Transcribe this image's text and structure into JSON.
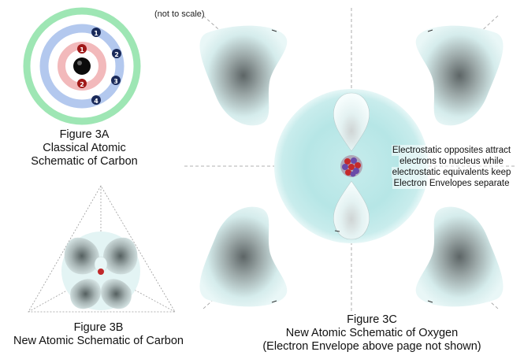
{
  "scale_note": "(not to scale)",
  "figure_3a": {
    "title": "Figure 3A",
    "line1": "Classical Atomic",
    "line2": "Schematic of Carbon",
    "labels": [
      "1",
      "2",
      "1",
      "2",
      "3",
      "4"
    ]
  },
  "figure_3b": {
    "title": "Figure 3B",
    "line1": "New Atomic Schematic of Carbon"
  },
  "figure_3c": {
    "title": "Figure 3C",
    "line1": "New Atomic Schematic of Oxygen",
    "line2": "(Electron Envelope above page not shown)"
  },
  "annotation": {
    "line1": "Electrostatic opposites attract",
    "line2": "electrons to nucleus while",
    "line3": "electrostatic equivalents keep",
    "line4": "Electron Envelopes separate"
  },
  "colors": {
    "outer_ring": "#9ee6b4",
    "middle_ring": "#b3c8ee",
    "inner_ring": "#f2b9bb",
    "electron_dark": "#1a2a5a",
    "electron_red": "#a01818",
    "envelope_glow": "#a9e2e2",
    "lobe_dark": "#6f7677"
  }
}
